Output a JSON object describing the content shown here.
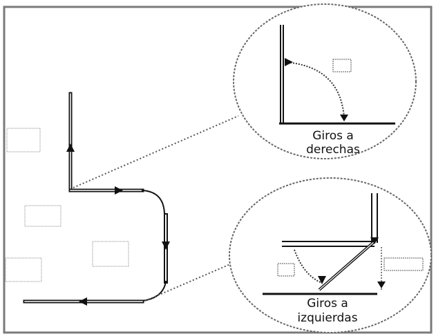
{
  "captions": {
    "right_turn": {
      "line1": "Giros a",
      "line2": "derechas"
    },
    "left_turn": {
      "line1": "Giros a",
      "line2": "izquierdas"
    }
  },
  "colors": {
    "line": "#111111",
    "dotted": "#555555",
    "frame": "#7a7a7a",
    "background": "#ffffff"
  },
  "icons": {
    "arrow": "arrowhead-icon"
  }
}
